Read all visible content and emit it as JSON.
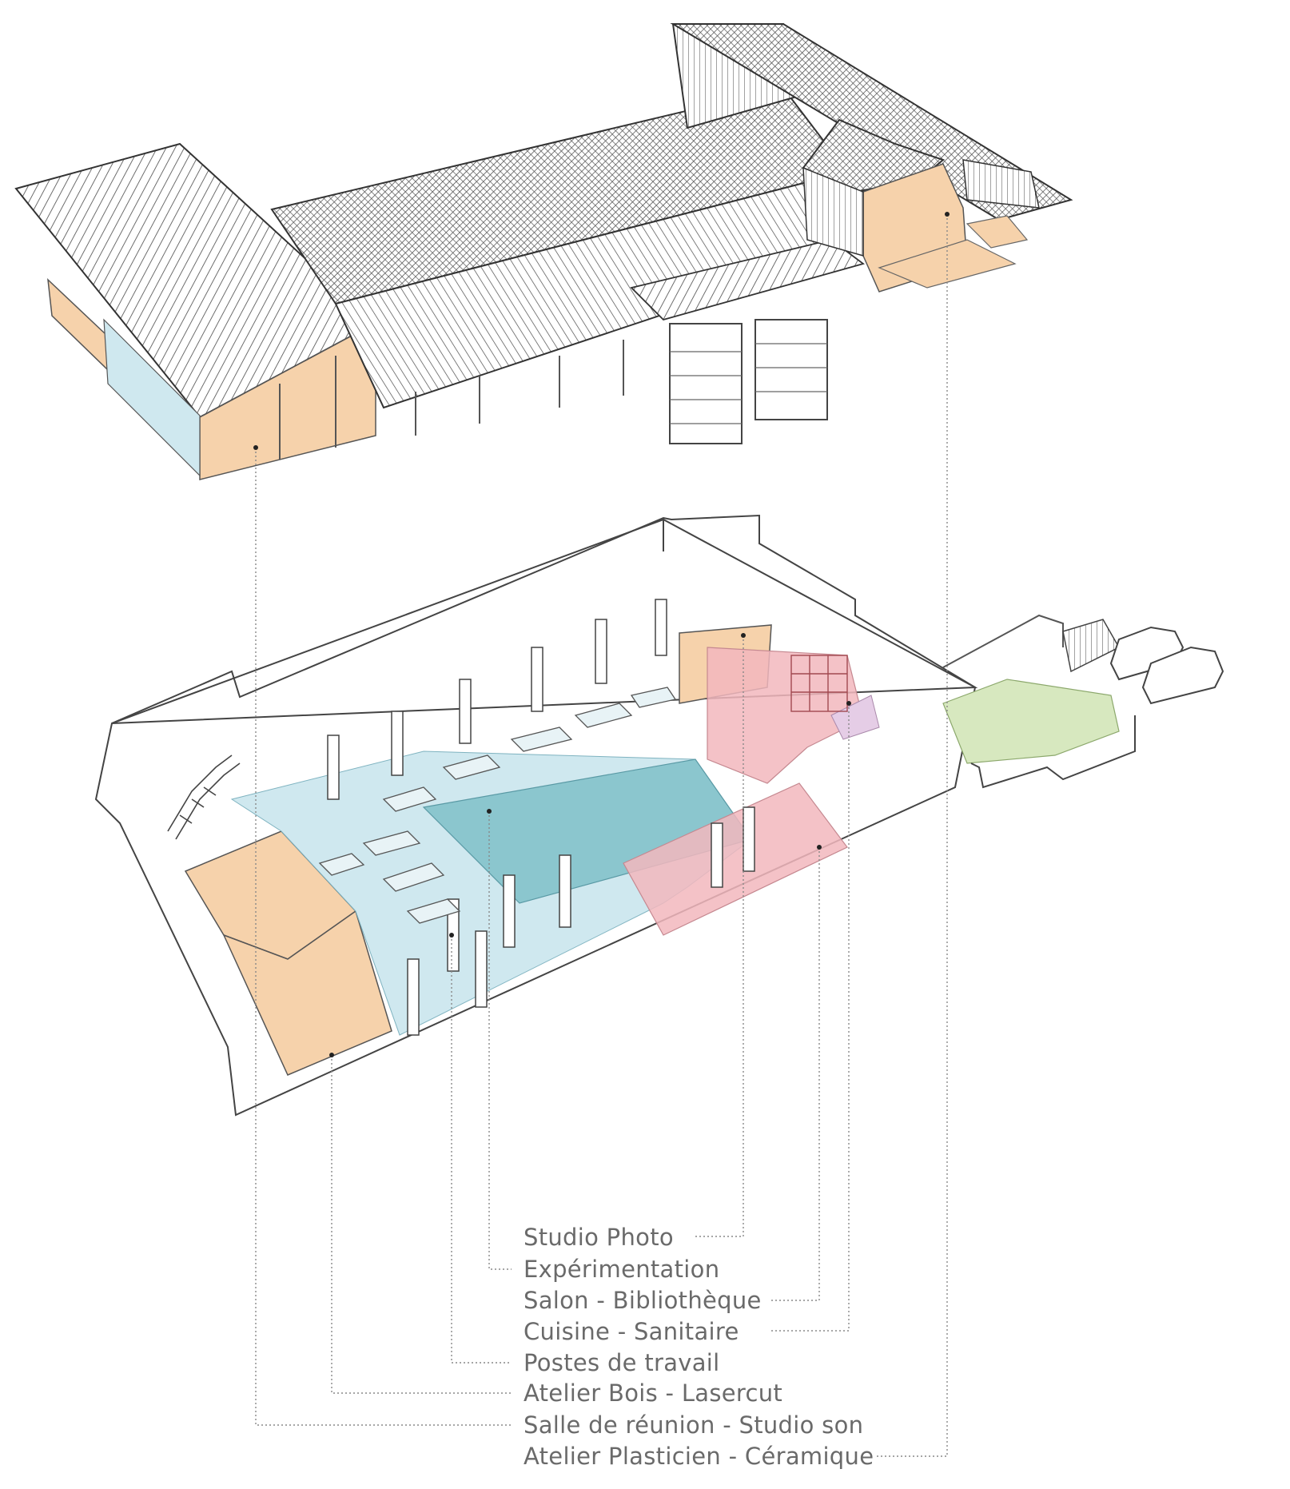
{
  "colors": {
    "orange": "#f6d2ab",
    "light_blue": "#cfe8ef",
    "teal": "#7fbfc8",
    "pink": "#f2b7bd",
    "purple": "#e5cde6",
    "green": "#d7e8bf",
    "line": "#555555",
    "legend_text": "#6a6a6a"
  },
  "legend": [
    {
      "id": "studio-photo",
      "label": "Studio Photo"
    },
    {
      "id": "experimentation",
      "label": "Expérimentation"
    },
    {
      "id": "salon-bibliotheque",
      "label": "Salon - Bibliothèque"
    },
    {
      "id": "cuisine-sanitaire",
      "label": "Cuisine - Sanitaire"
    },
    {
      "id": "postes-de-travail",
      "label": "Postes de travail"
    },
    {
      "id": "atelier-bois-lasercut",
      "label": "Atelier Bois - Lasercut"
    },
    {
      "id": "salle-de-reunion-studio-son",
      "label": "Salle de réunion - Studio son"
    },
    {
      "id": "atelier-plasticien-ceramique",
      "label": "Atelier Plasticien - Céramique"
    }
  ]
}
